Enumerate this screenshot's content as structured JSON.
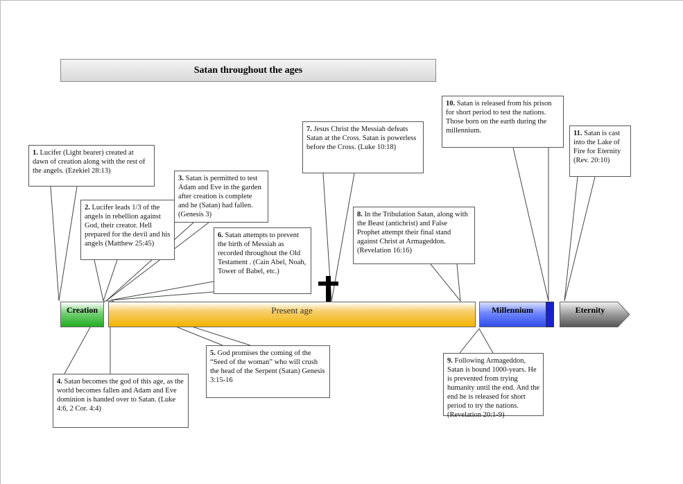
{
  "title": "Satan throughout the ages",
  "timeline": {
    "creation": "Creation",
    "present": "Present age",
    "millennium": "Millennium",
    "eternity": "Eternity"
  },
  "events": [
    {
      "num": "1.",
      "text": " Lucifer (Light bearer) created at dawn of creation along with the rest of the angels.  (Ezekiel 28:13)"
    },
    {
      "num": "2.",
      "text": " Lucifer leads 1/3 of the angels in rebellion against God, their creator. Hell prepared for the devil and his angels (Matthew 25:45)"
    },
    {
      "num": "3.",
      "text": " Satan is permitted to test Adam and Eve in the garden after creation is complete and he (Satan) had fallen. (Genesis 3)"
    },
    {
      "num": "4.",
      "text": " Satan becomes the god of this age, as the world becomes fallen and Adam and Eve dominion is handed over to Satan.  (Luke 4:6, 2 Cor. 4:4)"
    },
    {
      "num": "5.",
      "text": " God promises the coming of the “Seed of the woman” who will crush the head of the Serpent (Satan) Genesis 3:15-16"
    },
    {
      "num": "6.",
      "text": " Satan attempts to prevent the birth of Messiah as recorded throughout the Old Testament . (Cain Abel, Noah, Tower of Babel, etc.)"
    },
    {
      "num": "7.",
      "text": " Jesus Christ the Messiah defeats Satan at the Cross.  Satan is powerless before the Cross. (Luke 10:18)"
    },
    {
      "num": "8.",
      "text": " In the Tribulation Satan, along with the Beast (antichrist) and False Prophet attempt their final stand against Christ at Armageddon. (Revelation 16:16)"
    },
    {
      "num": "9.",
      "text": " Following Armageddon, Satan is bound 1000-years.  He is prevented from trying humanity until the end.  And the end he is released for  short period to try the nations. (Revelation 20:1-9)"
    },
    {
      "num": "10.",
      "text": " Satan is released from his prison for short period to test the nations. Those born on the earth during the millennium."
    },
    {
      "num": "11.",
      "text": " Satan is cast into the Lake of Fire for Eternity (Rev. 20:10)"
    }
  ]
}
